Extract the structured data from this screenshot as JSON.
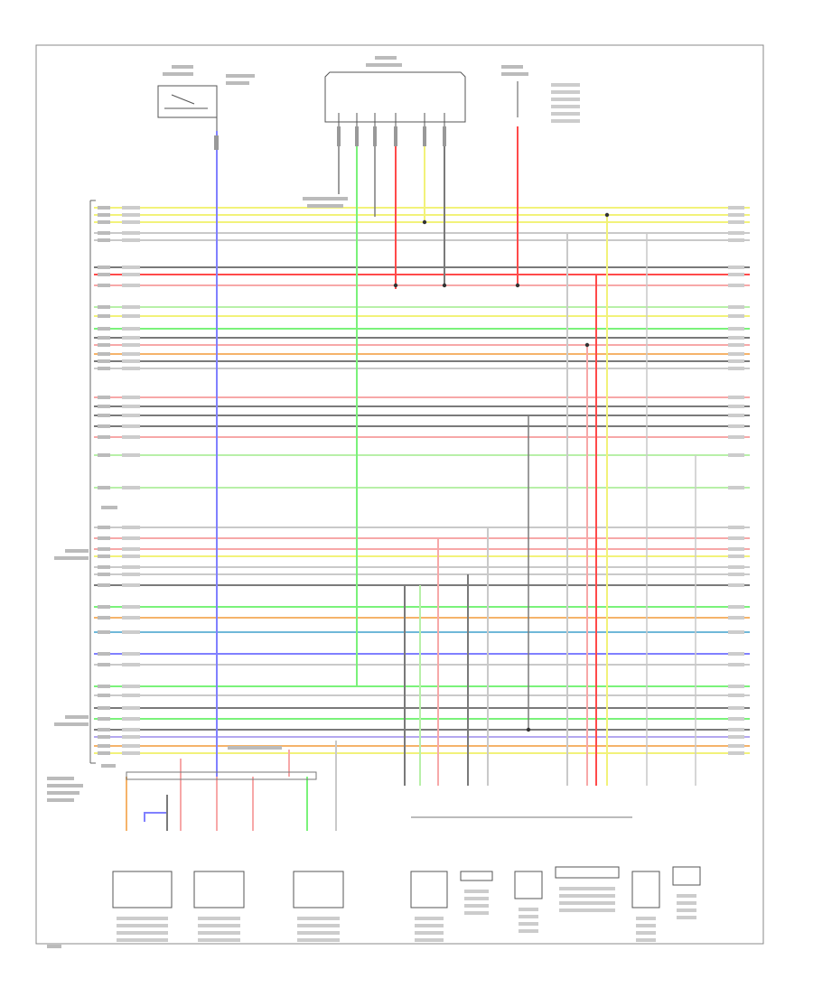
{
  "diagram": {
    "wire_colors": {
      "yellow": "#f2f27a",
      "dark_gray": "#7a7a7a",
      "light_gray": "#c9c9c9",
      "red": "#ff4a4a",
      "pink": "#f7a8a8",
      "green": "#7af27a",
      "light_green": "#b8f0a8",
      "orange": "#f5b36a",
      "blue": "#8080ff",
      "teal": "#6fb8d8",
      "lavender": "#b4a8f0",
      "black": "#222222"
    },
    "buses": [
      {
        "color": "yellow"
      },
      {
        "color": "yellow"
      },
      {
        "color": "yellow"
      },
      {
        "color": "light_gray"
      },
      {
        "color": "light_gray"
      },
      {
        "color": "dark_gray"
      },
      {
        "color": "red"
      },
      {
        "color": "pink"
      },
      {
        "color": "light_green"
      },
      {
        "color": "yellow"
      },
      {
        "color": "green"
      },
      {
        "color": "dark_gray"
      },
      {
        "color": "pink"
      },
      {
        "color": "orange"
      },
      {
        "color": "dark_gray"
      },
      {
        "color": "light_gray"
      },
      {
        "color": "pink"
      },
      {
        "color": "dark_gray"
      },
      {
        "color": "dark_gray"
      },
      {
        "color": "dark_gray"
      },
      {
        "color": "pink"
      },
      {
        "color": "light_green"
      },
      {
        "color": "light_green"
      },
      {
        "color": "light_gray"
      },
      {
        "color": "pink"
      },
      {
        "color": "pink"
      },
      {
        "color": "yellow"
      },
      {
        "color": "light_gray"
      },
      {
        "color": "light_gray"
      },
      {
        "color": "dark_gray"
      },
      {
        "color": "green"
      },
      {
        "color": "orange"
      },
      {
        "color": "teal"
      },
      {
        "color": "blue"
      },
      {
        "color": "light_gray"
      },
      {
        "color": "green"
      },
      {
        "color": "light_gray"
      },
      {
        "color": "dark_gray"
      },
      {
        "color": "green"
      },
      {
        "color": "dark_gray"
      },
      {
        "color": "lavender"
      },
      {
        "color": "orange"
      },
      {
        "color": "yellow"
      }
    ],
    "components": {
      "top_left_relay": "relay-switch",
      "top_center_connector": "multi-pin-connector",
      "top_right_switch": "switch",
      "bottom_modules": [
        "sensor",
        "switch",
        "sensor",
        "sensor",
        "sensor",
        "sensor",
        "module",
        "sensor",
        "connector"
      ]
    }
  }
}
